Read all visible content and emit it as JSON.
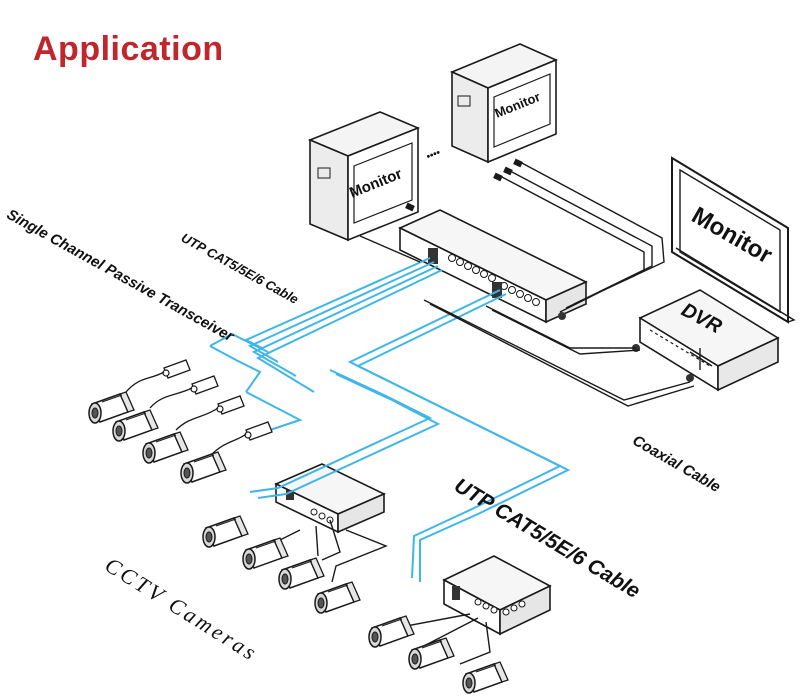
{
  "title": {
    "text": "Application",
    "color": "#c0272d"
  },
  "colors": {
    "cable": "#3fb6e8",
    "line": "#1a1a1a",
    "panel": "#f2f2f2"
  },
  "labels": {
    "monitor_left": "Monitor",
    "monitor_top": "Monitor",
    "monitor_right": "Monitor",
    "dvr": "DVR",
    "ellipsis": "••••",
    "utp_cable_upper": "UTP CAT5/5E/6 Cable",
    "utp_cable_lower": "UTP CAT5/5E/6 Cable",
    "transceiver": "Single Channel Passive Transceiver",
    "coaxial_cable": "Coaxial Cable",
    "cctv_cameras": "CCTV Cameras"
  }
}
